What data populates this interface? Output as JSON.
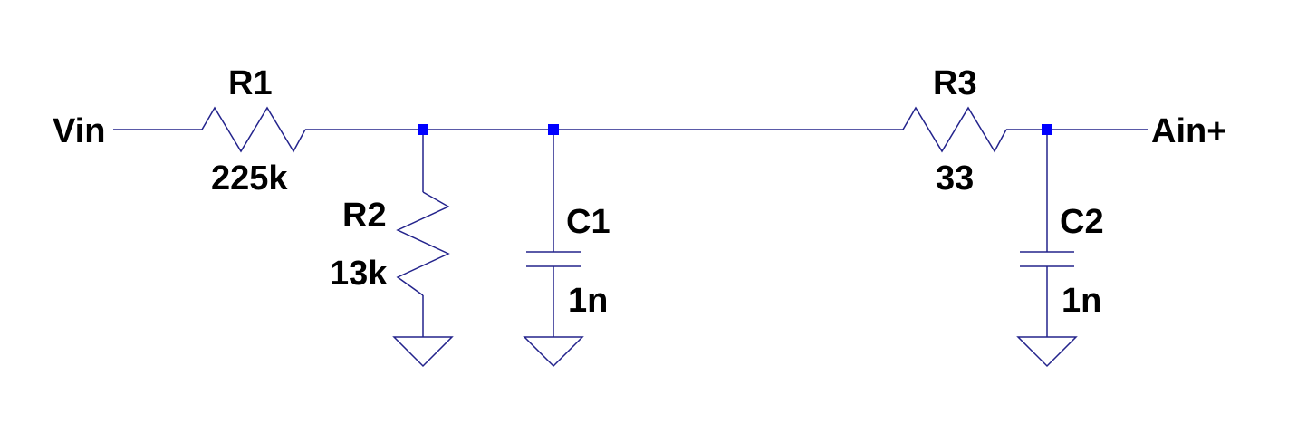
{
  "colors": {
    "wire": "#23238c",
    "junction": "#0000ff",
    "text": "#000000",
    "background": "#ffffff"
  },
  "nets": {
    "input": "Vin",
    "output": "Ain+"
  },
  "components": {
    "r1": {
      "ref": "R1",
      "value": "225k"
    },
    "r2": {
      "ref": "R2",
      "value": "13k"
    },
    "r3": {
      "ref": "R3",
      "value": "33"
    },
    "c1": {
      "ref": "C1",
      "value": "1n"
    },
    "c2": {
      "ref": "C2",
      "value": "1n"
    }
  }
}
